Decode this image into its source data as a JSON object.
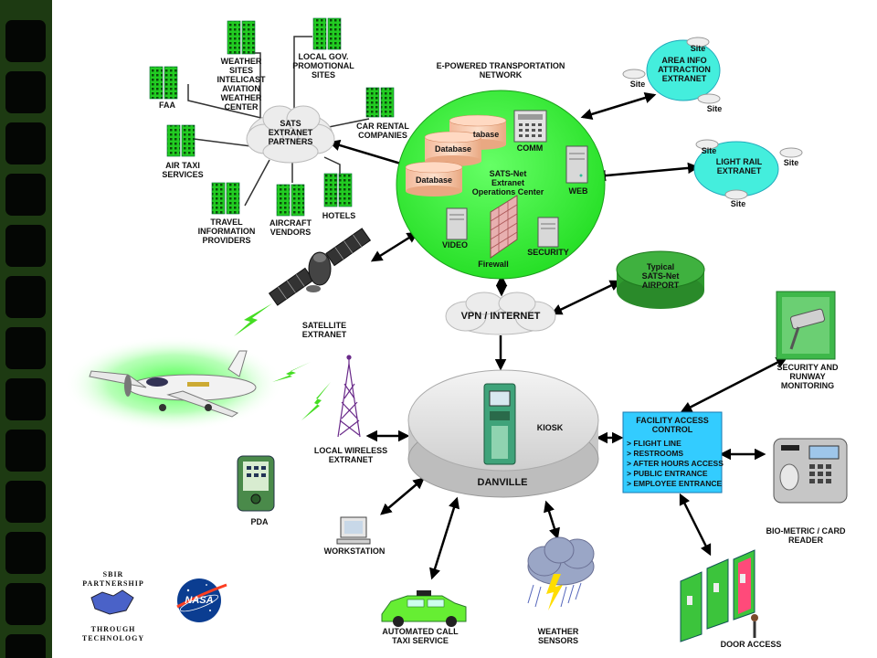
{
  "nodes": {
    "weather_sites": "WEATHER\nSITES\nINTELICAST\nAVIATION\nWEATHER\nCENTER",
    "local_gov": "LOCAL GOV.\nPROMOTIONAL\nSITES",
    "faa": "FAA",
    "air_taxi": "AIR TAXI\nSERVICES",
    "car_rental": "CAR RENTAL\nCOMPANIES",
    "travel_info": "TRAVEL\nINFORMATION\nPROVIDERS",
    "aircraft_vendors": "AIRCRAFT\nVENDORS",
    "hotels": "HOTELS",
    "sats_partners": "SATS\nEXTRANET\nPARTNERS",
    "network_title": "E-POWERED TRANSPORTATION\nNETWORK",
    "database_1": "Database",
    "database_2": "Database",
    "database_3": "tabase",
    "comm": "COMM",
    "ops_center": "SATS-Net\nExtranet\nOperations Center",
    "web": "WEB",
    "video": "VIDEO",
    "firewall": "Firewall",
    "security": "SECURITY",
    "area_info": "AREA INFO\nATTRACTION\nEXTRANET",
    "light_rail": "LIGHT RAIL\nEXTRANET",
    "site": "Site",
    "typical_airport": "Typical\nSATS-Net\nAIRPORT",
    "vpn": "VPN / INTERNET",
    "satellite": "SATELLITE\nEXTRANET",
    "security_runway": "SECURITY AND\nRUNWAY\nMONITORING",
    "wireless": "LOCAL WIRELESS\nEXTRANET",
    "kiosk": "KIOSK",
    "danville": "DANVILLE",
    "pda": "PDA",
    "workstation": "WORKSTATION",
    "biometric": "BIO-METRIC / CARD\nREADER",
    "taxi": "AUTOMATED CALL\nTAXI SERVICE",
    "weather_sensors": "WEATHER\nSENSORS",
    "door_access": "DOOR ACCESS"
  },
  "facility": {
    "title": "FACILITY ACCESS\nCONTROL",
    "items": [
      "> FLIGHT LINE",
      "> RESTROOMS",
      "> AFTER HOURS ACCESS",
      "> PUBLIC ENTRANCE",
      "> EMPLOYEE ENTRANCE"
    ]
  },
  "footer": {
    "sbir_top": "SBIR\nPARTNERSHIP",
    "sbir_bottom": "THROUGH\nTECHNOLOGY",
    "nasa": "NASA"
  },
  "colors": {
    "hub_green": "#33ee33",
    "filmstrip": "#1d3a12",
    "facility_box": "#33ccff",
    "extranet_cyan": "#44eedd",
    "airport_green": "#2f9a2f"
  },
  "icons": [
    "building-icon",
    "cloud-icon",
    "database-icon",
    "server-icon",
    "firewall-icon",
    "satellite-icon",
    "airplane-icon",
    "tower-icon",
    "kiosk-icon",
    "camera-icon",
    "card-reader-icon",
    "pda-icon",
    "workstation-icon",
    "taxi-icon",
    "storm-cloud-icon",
    "door-icon",
    "handshake-icon",
    "nasa-logo-icon"
  ]
}
